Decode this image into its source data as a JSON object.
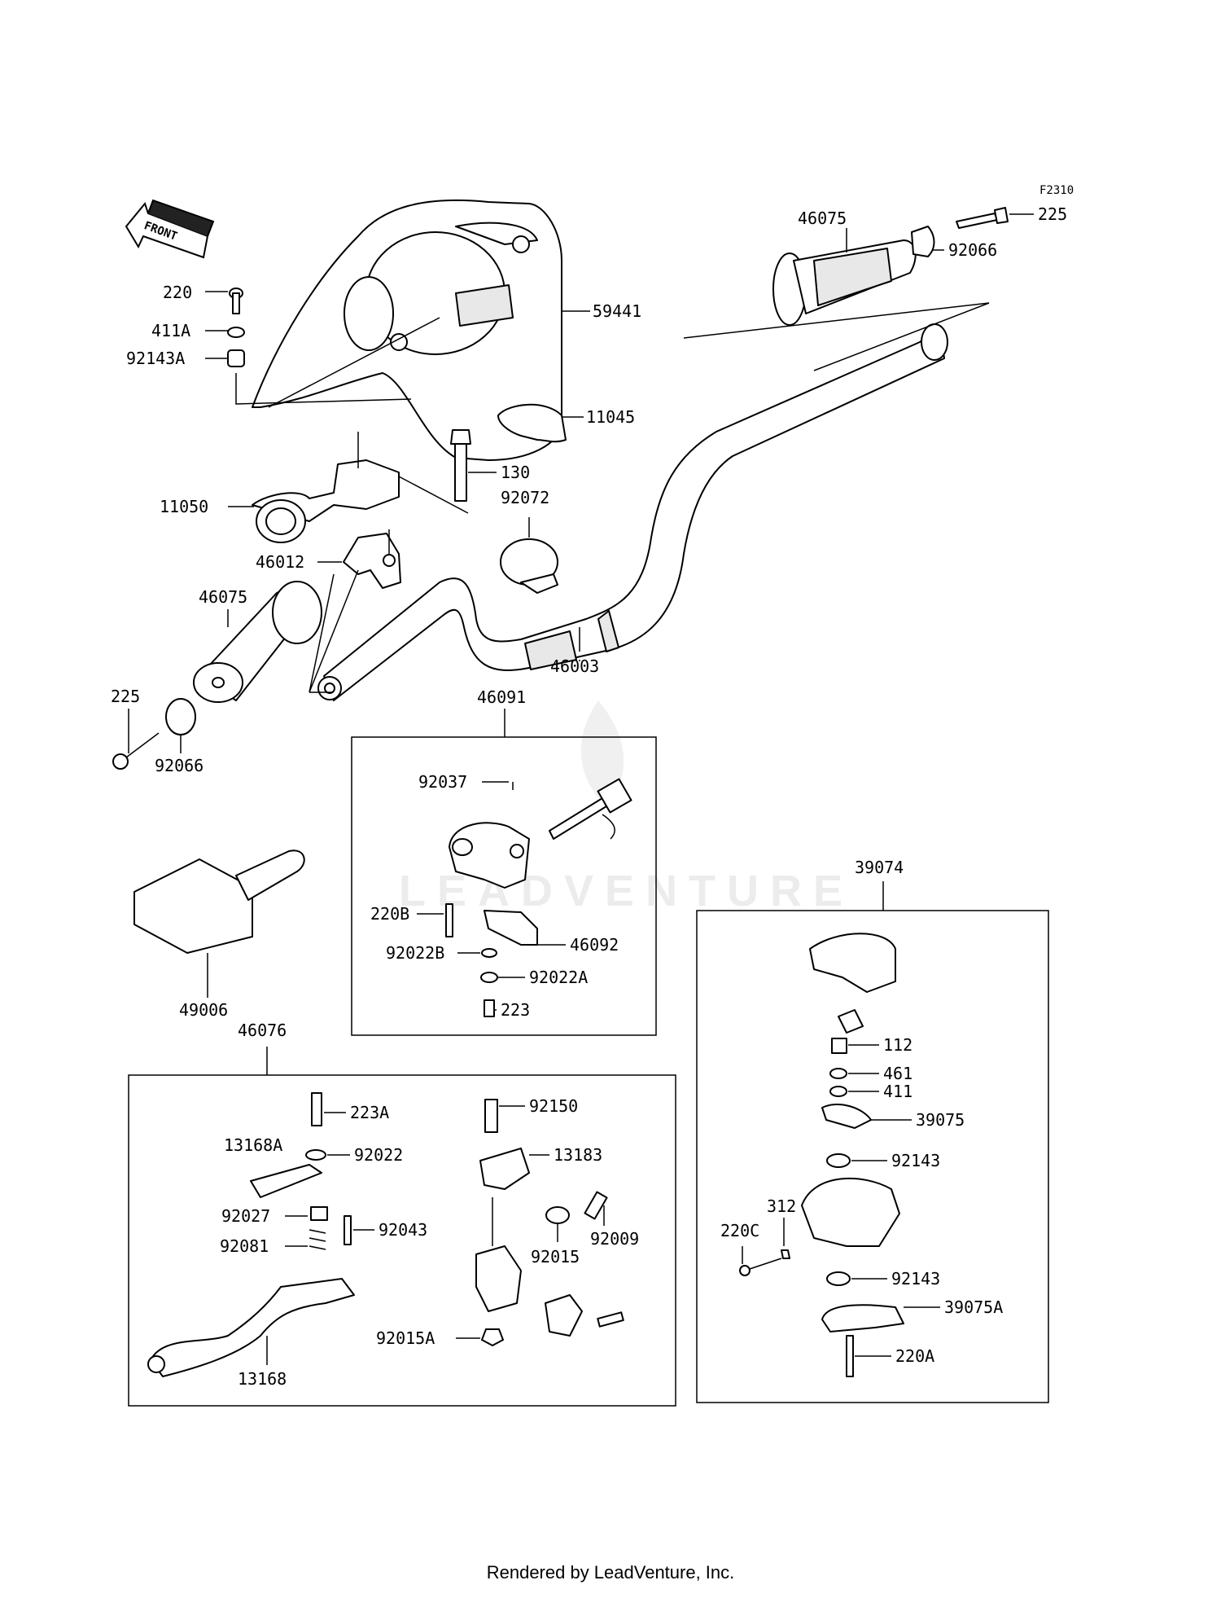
{
  "diagram_code": "F2310",
  "front_marker": "FRONT",
  "watermark": "LEADVENTURE",
  "footer": "Rendered by LeadVenture, Inc.",
  "labels": {
    "l_225_top": "225",
    "l_92066_top": "92066",
    "l_46075_top": "46075",
    "l_59441": "59441",
    "l_220": "220",
    "l_411A": "411A",
    "l_92143A": "92143A",
    "l_11045": "11045",
    "l_130": "130",
    "l_92072": "92072",
    "l_11050": "11050",
    "l_46012": "46012",
    "l_46075_left": "46075",
    "l_46003": "46003",
    "l_225_left": "225",
    "l_92066_left": "92066",
    "l_46091": "46091",
    "l_92037": "92037",
    "l_220B": "220B",
    "l_46092": "46092",
    "l_92022B": "92022B",
    "l_92022A": "92022A",
    "l_223": "223",
    "l_49006": "49006",
    "l_46076": "46076",
    "l_223A": "223A",
    "l_13168A": "13168A",
    "l_92022": "92022",
    "l_92027": "92027",
    "l_92043": "92043",
    "l_92081": "92081",
    "l_13168": "13168",
    "l_92150": "92150",
    "l_13183": "13183",
    "l_92009": "92009",
    "l_92015": "92015",
    "l_92015A": "92015A",
    "l_39074": "39074",
    "l_112": "112",
    "l_461": "461",
    "l_411": "411",
    "l_39075": "39075",
    "l_92143_a": "92143",
    "l_312": "312",
    "l_220C": "220C",
    "l_92143_b": "92143",
    "l_39075A": "39075A",
    "l_220A": "220A"
  }
}
